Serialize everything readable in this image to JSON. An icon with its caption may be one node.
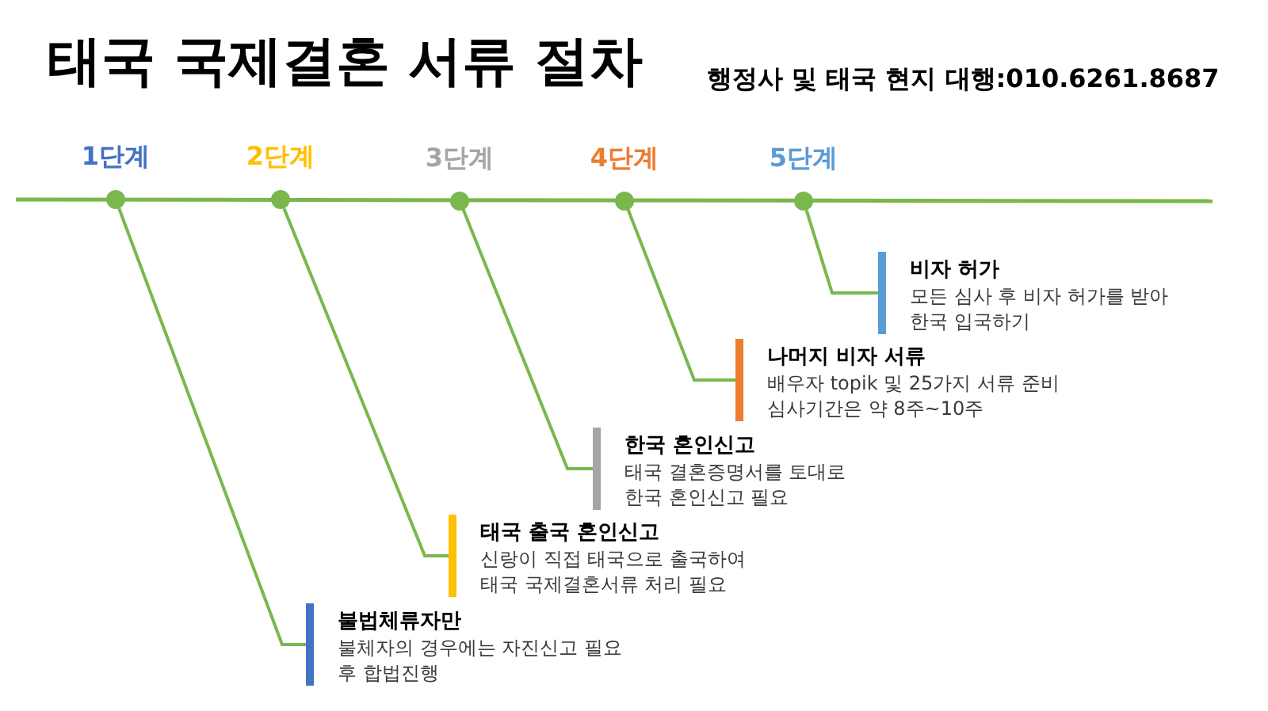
{
  "diagram": {
    "title": "태국 국제결혼 서류 절차",
    "nodes": [
      {
        "text": [],
        "shape": "circle",
        "beside": [
          "1단계"
        ]
      },
      {
        "text": [],
        "shape": "circle",
        "beside": [
          "2단계"
        ]
      },
      {
        "text": [],
        "shape": "circle",
        "beside": [
          "3단계"
        ]
      },
      {
        "text": [],
        "shape": "circle",
        "beside": [
          "4단계"
        ]
      },
      {
        "text": [],
        "shape": "circle",
        "beside": [
          "5단계"
        ]
      },
      {
        "text": [
          "불법체류자만",
          "불체자의 경우에는 자진신고 필요 후 합법진행"
        ]
      },
      {
        "text": [
          "태국 출국 혼인신고",
          "신랑이 직접 태국으로 출국하여 태국 국제결혼서류 처리 필요"
        ]
      },
      {
        "text": [
          "한국 혼인신고",
          "태국 결혼증명서를 토대로 한국 혼인신고 필요"
        ]
      },
      {
        "text": [
          "나머지 비자 서류",
          "배우자 topik 및 25가지 서류 준비 심사기간은 약 8주~10주"
        ]
      },
      {
        "text": [
          "비자 허가",
          "모든 심사 후 비자 허가를 받아 한국 입국하기"
        ]
      }
    ],
    "edges": [
      {
        "from": 0,
        "to": 5,
        "arrow": "none"
      },
      {
        "from": 1,
        "to": 6,
        "arrow": "none"
      },
      {
        "from": 2,
        "to": 7,
        "arrow": "none"
      },
      {
        "from": 3,
        "to": 8,
        "arrow": "none"
      },
      {
        "from": 4,
        "to": 9,
        "arrow": "none"
      }
    ],
    "labels": [
      "행정사 및 태국 현지 대행:010.6261.8687"
    ]
  }
}
